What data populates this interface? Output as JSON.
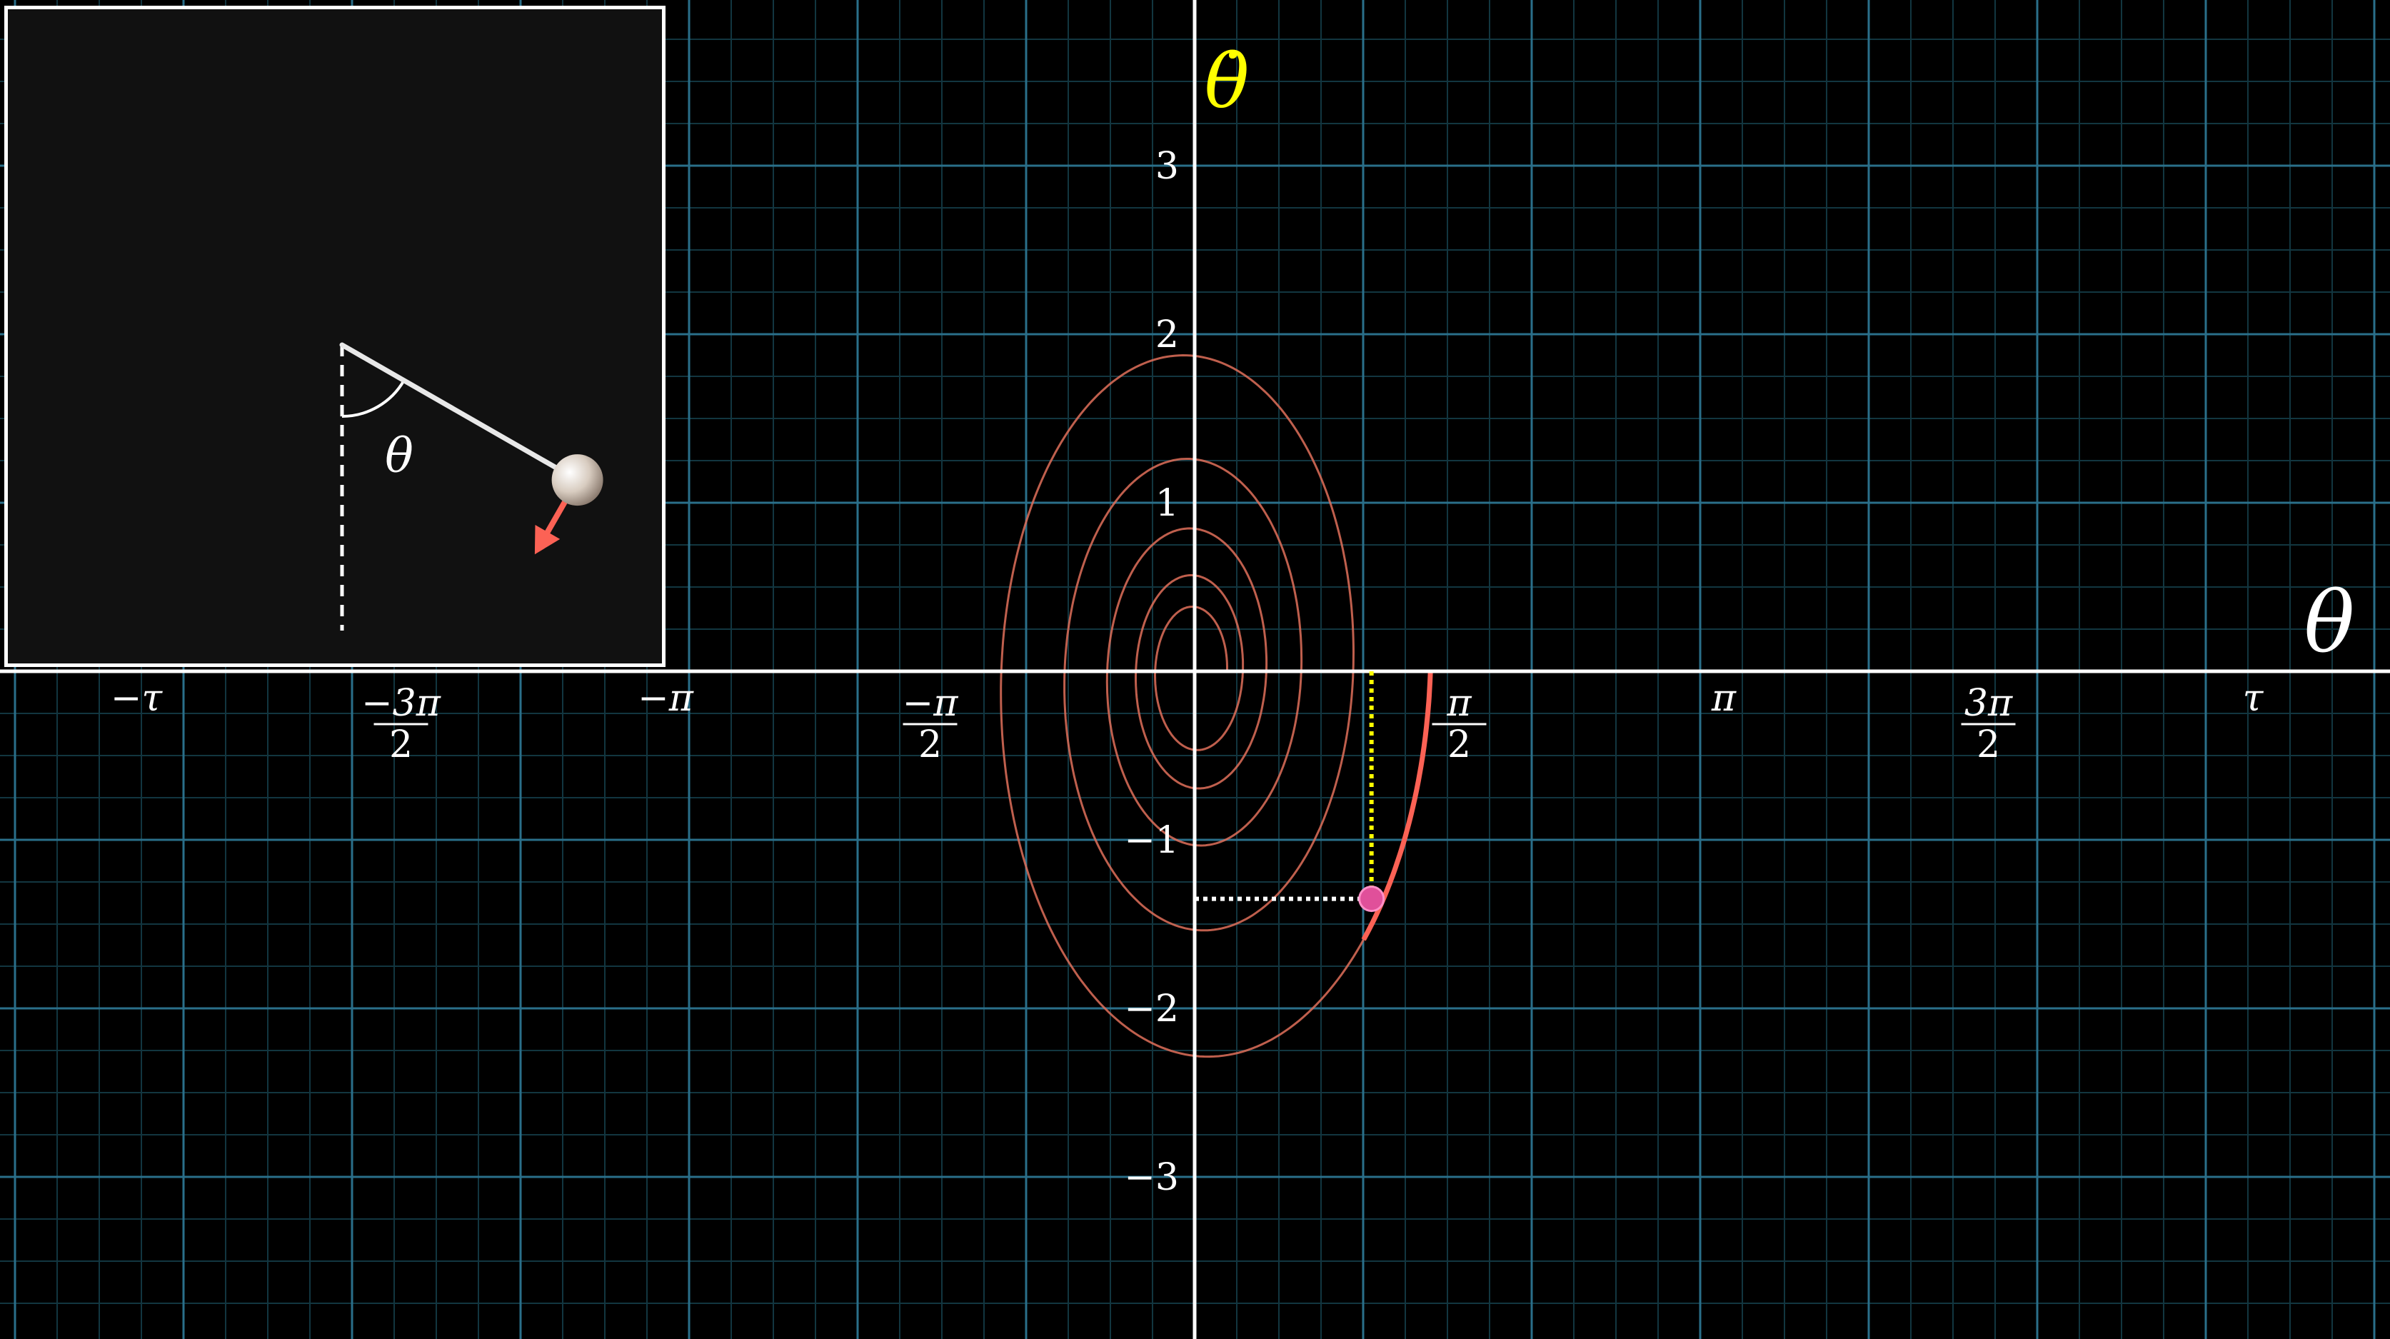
{
  "phase_plot": {
    "x_axis_label": "θ",
    "y_axis_label": "θ̇",
    "x_tick_labels": [
      {
        "value": -6.2832,
        "text": "−τ"
      },
      {
        "value": -4.7124,
        "num": "−3π",
        "den": "2"
      },
      {
        "value": -3.1416,
        "text": "−π"
      },
      {
        "value": -1.5708,
        "num": "−π",
        "den": "2"
      },
      {
        "value": 1.5708,
        "num": "π",
        "den": "2"
      },
      {
        "value": 3.1416,
        "text": "π"
      },
      {
        "value": 4.7124,
        "num": "3π",
        "den": "2"
      },
      {
        "value": 6.2832,
        "text": "τ"
      }
    ],
    "y_tick_labels": [
      {
        "value": 3,
        "text": "3"
      },
      {
        "value": 2,
        "text": "2"
      },
      {
        "value": 1,
        "text": "1"
      },
      {
        "value": -1,
        "text": "−1"
      },
      {
        "value": -2,
        "text": "−2"
      },
      {
        "value": -3,
        "text": "−3"
      }
    ],
    "colors": {
      "background": "#000000",
      "grid_major": "#2a6f8a",
      "grid_minor": "#123640",
      "axes": "#ffffff",
      "x_axis_label": "#ffffff",
      "y_axis_label": "#ffff00",
      "trajectory_faded": "#e0705a",
      "trajectory_active": "#fc6255",
      "current_state_dot": "#e0509a",
      "projection_vertical": "#ffff00",
      "projection_horizontal": "#ffffff"
    }
  },
  "pendulum_panel": {
    "angle_label": "θ",
    "colors": {
      "panel_background": "#111111",
      "border": "#ffffff",
      "rod": "#e8e8e8",
      "bob": "#d8ccc0",
      "velocity_arrow": "#fc6255",
      "rest_line": "#ffffff"
    }
  },
  "chart_data": {
    "type": "line",
    "xlabel": "θ",
    "ylabel": "θ̇",
    "xlim": [
      -7.15,
      7.15
    ],
    "ylim": [
      -4,
      4
    ],
    "grid": true,
    "x_ticks": [
      "−τ",
      "−3π/2",
      "−π",
      "−π/2",
      "π/2",
      "π",
      "3π/2",
      "τ"
    ],
    "y_ticks": [
      "−3",
      "−2",
      "−1",
      "1",
      "2",
      "3"
    ],
    "series": [
      {
        "role": "damped pendulum trajectory (traced, fading)",
        "spiral": {
          "theta_right_start": 1.4,
          "center": [
            0,
            0
          ],
          "decay_per_half_turn": 0.82,
          "velocity_ratio": 1.8,
          "turns": 5
        }
      }
    ],
    "current_state": {
      "theta": 1.05,
      "theta_dot": -1.35
    },
    "pendulum_angle": 1.05
  }
}
